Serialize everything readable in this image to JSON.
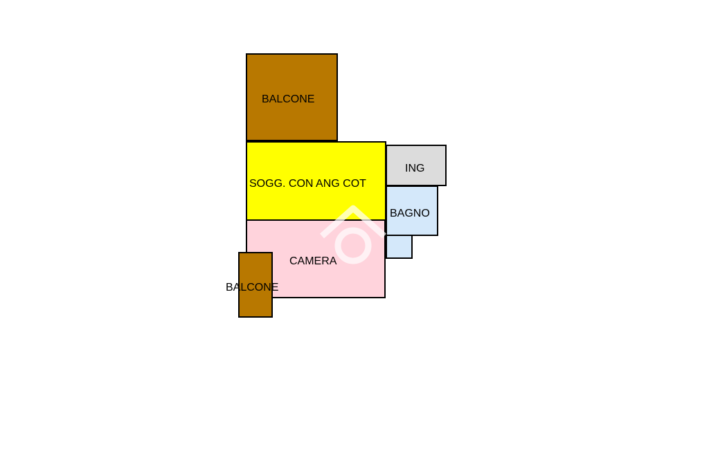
{
  "colors": {
    "balcone": "#b87800",
    "soggiorno": "#ffff00",
    "ing": "#dcdcdc",
    "bagno": "#d4e8fa",
    "camera": "#ffd3dc",
    "outline": "#000000",
    "watermark": "#ffffff"
  },
  "rooms": {
    "balcone_top": {
      "label": "BALCONE"
    },
    "soggiorno": {
      "label": "SOGG. CON ANG COT"
    },
    "ing": {
      "label": "ING"
    },
    "bagno": {
      "label": "BAGNO"
    },
    "camera": {
      "label": "CAMERA"
    },
    "balcone_left": {
      "label": "BALCONE"
    }
  },
  "watermark": {
    "icon": "house-logo-icon"
  }
}
